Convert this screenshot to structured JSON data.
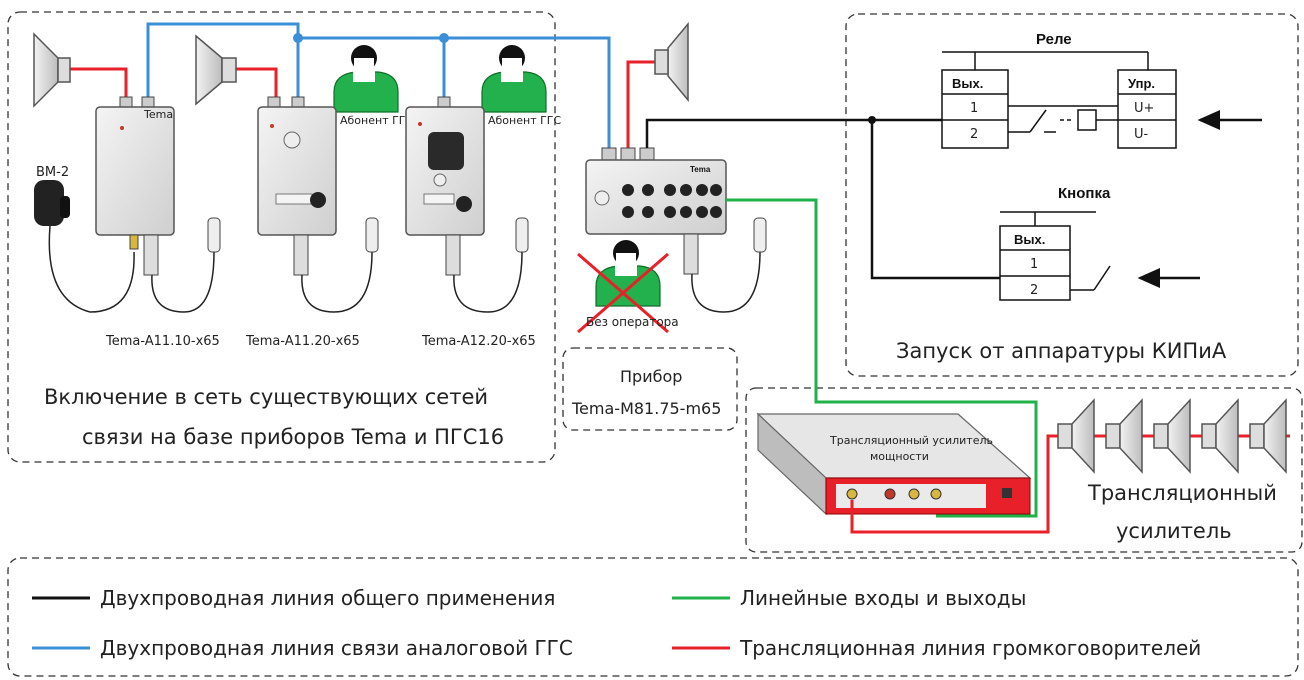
{
  "devices": {
    "mic_label": "ВМ-2",
    "dev1_label": "Tema-A11.10-x65",
    "dev2_label": "Tema-A11.20-x65",
    "dev3_label": "Tema-A12.20-x65",
    "brand": "Tema",
    "subscriber1": "Абонент ГГС",
    "subscriber2": "Абонент ГГС",
    "no_operator": "Без оператора",
    "panel_title": "Tema"
  },
  "existing_network": {
    "line1": "Включение в сеть существующих сетей",
    "line2": "связи на базе приборов Tema и ПГС16"
  },
  "device_box": {
    "line1": "Прибор",
    "line2": "Tema-M81.75-m65"
  },
  "relay": {
    "title": "Реле",
    "out_label": "Вых.",
    "ctrl_label": "Упр.",
    "pin1": "1",
    "pin2": "2",
    "u_plus": "U+",
    "u_minus": "U-"
  },
  "button": {
    "title": "Кнопка",
    "out_label": "Вых.",
    "pin1": "1",
    "pin2": "2"
  },
  "kip_label": "Запуск от аппаратуры КИПиА",
  "amplifier": {
    "device_line1": "Трансляционный усилитель",
    "device_line2": "мощности",
    "label_line1": "Трансляционный",
    "label_line2": "усилитель"
  },
  "legend": {
    "items": [
      {
        "label": "Двухпроводная линия общего применения",
        "color": "#111111"
      },
      {
        "label": "Линейные входы и выходы",
        "color": "#1fb24a"
      },
      {
        "label": "Двухпроводная линия связи аналоговой ГГС",
        "color": "#3a8fd6"
      },
      {
        "label": "Трансляционная линия громкоговорителей",
        "color": "#e8202a"
      }
    ]
  },
  "colors": {
    "black_line": "#111111",
    "blue_line": "#3a8fd6",
    "green_line": "#1fb24a",
    "red_line": "#e8202a",
    "avatar": "#22b14c"
  }
}
